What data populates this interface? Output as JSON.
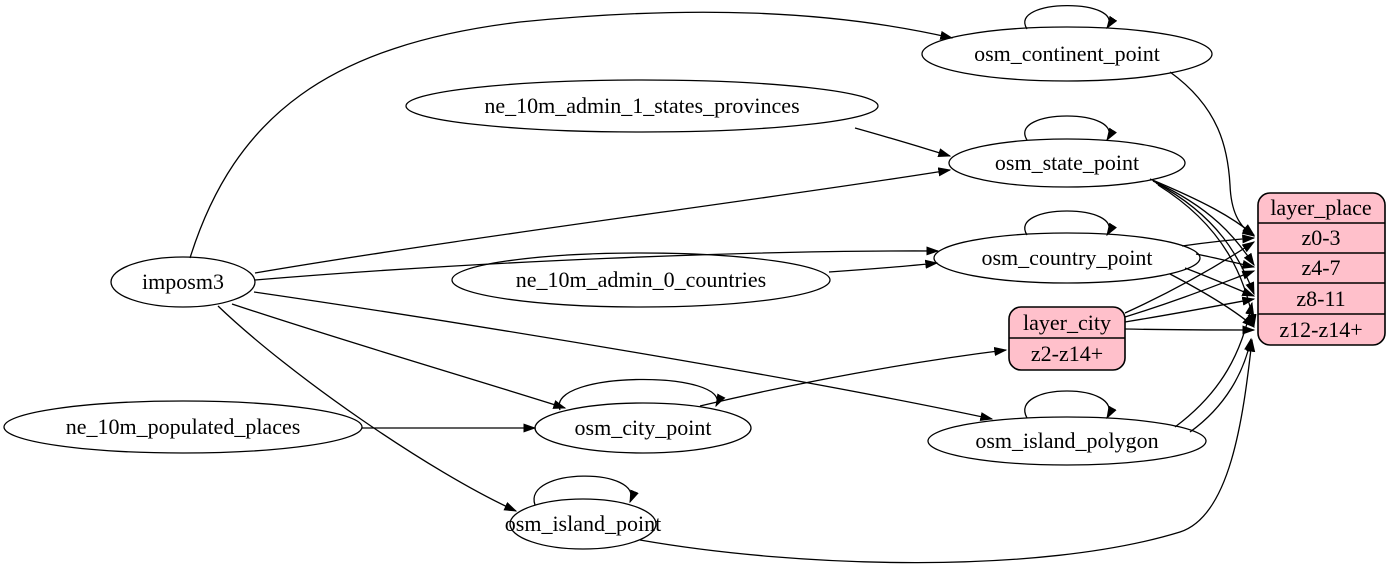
{
  "diagram": {
    "kind": "graphviz-digraph",
    "colors": {
      "background": "#ffffff",
      "node_fill": "#ffffff",
      "node_stroke": "#000000",
      "record_fill": "#ffc0cb",
      "edge_color": "#000000",
      "text_color": "#000000"
    },
    "nodes": {
      "imposm3": {
        "label": "imposm3",
        "shape": "ellipse"
      },
      "ne_10m_admin_1_states_provinces": {
        "label": "ne_10m_admin_1_states_provinces",
        "shape": "ellipse"
      },
      "ne_10m_admin_0_countries": {
        "label": "ne_10m_admin_0_countries",
        "shape": "ellipse"
      },
      "ne_10m_populated_places": {
        "label": "ne_10m_populated_places",
        "shape": "ellipse"
      },
      "osm_continent_point": {
        "label": "osm_continent_point",
        "shape": "ellipse",
        "self_loop": true
      },
      "osm_state_point": {
        "label": "osm_state_point",
        "shape": "ellipse",
        "self_loop": true
      },
      "osm_country_point": {
        "label": "osm_country_point",
        "shape": "ellipse",
        "self_loop": true
      },
      "osm_city_point": {
        "label": "osm_city_point",
        "shape": "ellipse",
        "self_loop": true
      },
      "osm_island_polygon": {
        "label": "osm_island_polygon",
        "shape": "ellipse",
        "self_loop": true
      },
      "osm_island_point": {
        "label": "osm_island_point",
        "shape": "ellipse",
        "self_loop": true
      },
      "layer_city": {
        "label": "layer_city",
        "shape": "record",
        "rows": [
          "z2-z14+"
        ]
      },
      "layer_place": {
        "label": "layer_place",
        "shape": "record",
        "rows": [
          "z0-3",
          "z4-7",
          "z8-11",
          "z12-z14+"
        ]
      }
    },
    "edges": [
      {
        "from": "imposm3",
        "to": "osm_continent_point"
      },
      {
        "from": "imposm3",
        "to": "osm_state_point"
      },
      {
        "from": "imposm3",
        "to": "osm_country_point"
      },
      {
        "from": "imposm3",
        "to": "osm_city_point"
      },
      {
        "from": "imposm3",
        "to": "osm_island_polygon"
      },
      {
        "from": "imposm3",
        "to": "osm_island_point"
      },
      {
        "from": "ne_10m_admin_1_states_provinces",
        "to": "osm_state_point"
      },
      {
        "from": "ne_10m_admin_0_countries",
        "to": "osm_country_point"
      },
      {
        "from": "ne_10m_populated_places",
        "to": "osm_city_point"
      },
      {
        "from": "osm_continent_point",
        "to": "osm_continent_point"
      },
      {
        "from": "osm_state_point",
        "to": "osm_state_point"
      },
      {
        "from": "osm_country_point",
        "to": "osm_country_point"
      },
      {
        "from": "osm_city_point",
        "to": "osm_city_point"
      },
      {
        "from": "osm_island_polygon",
        "to": "osm_island_polygon"
      },
      {
        "from": "osm_island_point",
        "to": "osm_island_point"
      },
      {
        "from": "osm_continent_point",
        "to": "layer_place",
        "to_row": "z0-3"
      },
      {
        "from": "osm_state_point",
        "to": "layer_place",
        "to_row": "z0-3"
      },
      {
        "from": "osm_state_point",
        "to": "layer_place",
        "to_row": "z4-7"
      },
      {
        "from": "osm_state_point",
        "to": "layer_place",
        "to_row": "z8-11"
      },
      {
        "from": "osm_state_point",
        "to": "layer_place",
        "to_row": "z12-z14+"
      },
      {
        "from": "osm_country_point",
        "to": "layer_place",
        "to_row": "z0-3"
      },
      {
        "from": "osm_country_point",
        "to": "layer_place",
        "to_row": "z4-7"
      },
      {
        "from": "osm_country_point",
        "to": "layer_place",
        "to_row": "z8-11"
      },
      {
        "from": "osm_country_point",
        "to": "layer_place",
        "to_row": "z12-z14+"
      },
      {
        "from": "osm_city_point",
        "to": "layer_city",
        "to_row": "z2-z14+"
      },
      {
        "from": "layer_city",
        "to": "layer_place",
        "to_row": "z0-3"
      },
      {
        "from": "layer_city",
        "to": "layer_place",
        "to_row": "z4-7"
      },
      {
        "from": "layer_city",
        "to": "layer_place",
        "to_row": "z8-11"
      },
      {
        "from": "layer_city",
        "to": "layer_place",
        "to_row": "z12-z14+"
      },
      {
        "from": "osm_island_polygon",
        "to": "layer_place",
        "to_row": "z8-11"
      },
      {
        "from": "osm_island_polygon",
        "to": "layer_place",
        "to_row": "z12-z14+"
      },
      {
        "from": "osm_island_point",
        "to": "layer_place",
        "to_row": "z12-z14+"
      }
    ]
  }
}
